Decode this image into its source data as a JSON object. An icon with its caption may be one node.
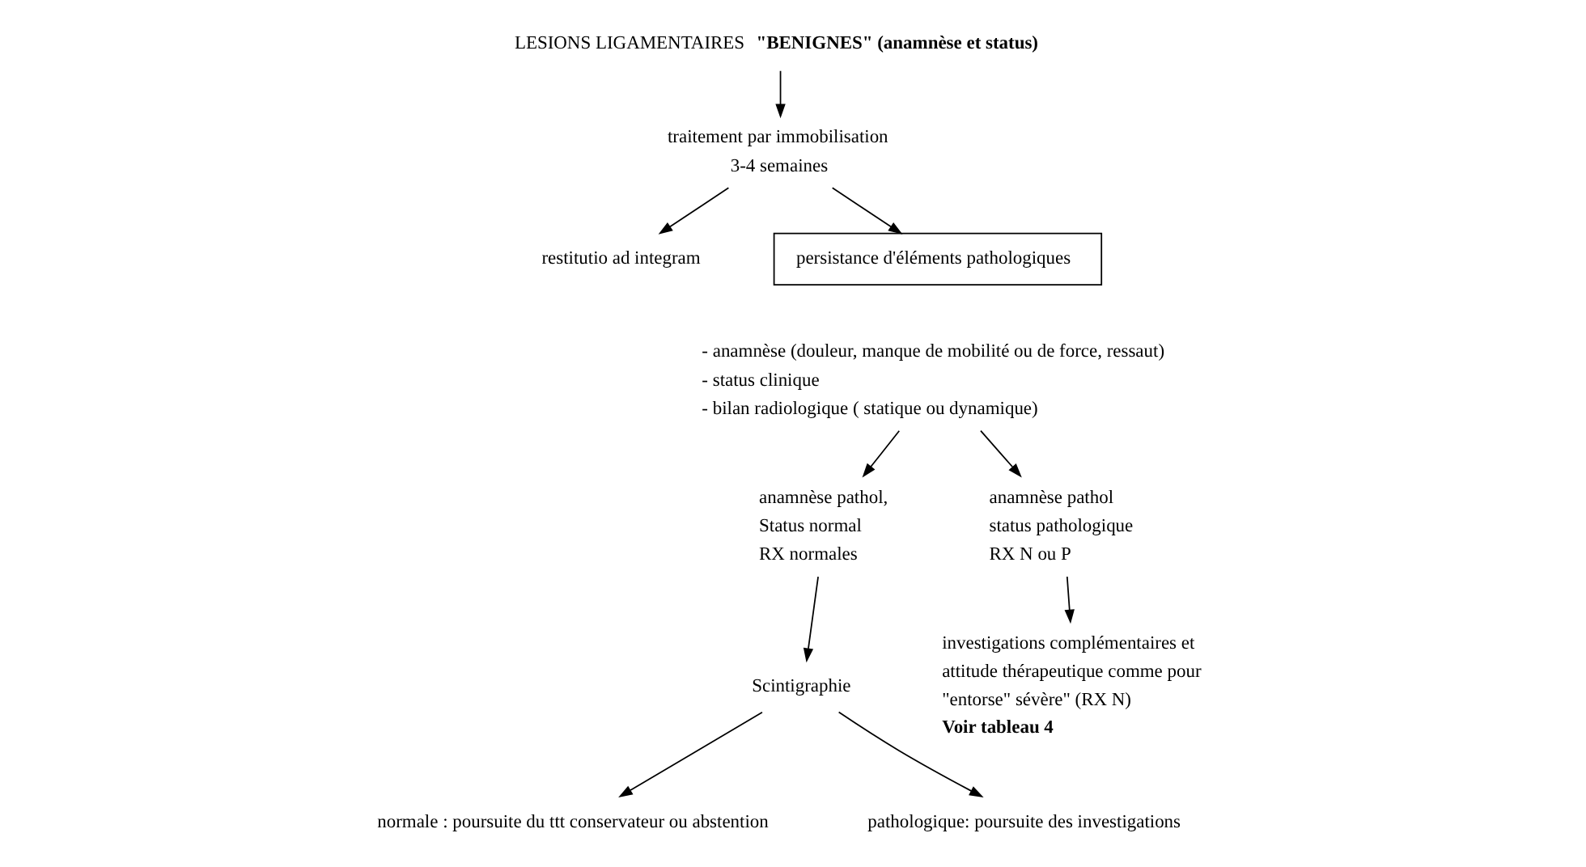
{
  "diagram": {
    "nodes": [
      {
        "text": [
          "LESIONS LIGAMENTAIRES **\"BENIGNES\" (anamnèse et status)**"
        ]
      },
      {
        "text": [
          "traitement par immobilisation 3-4 semaines"
        ]
      },
      {
        "text": [
          "restitutio ad integram"
        ]
      },
      {
        "text": [
          "persistance d'éléments pathologiques"
        ]
      },
      {
        "text": [
          "- anamnèse (douleur, manque de mobilité ou de force, ressaut)",
          "- status clinique",
          "- bilan radiologique ( statique ou dynamique)"
        ]
      },
      {
        "text": [
          "anamnèse pathol,",
          "Status normal",
          "RX normales"
        ]
      },
      {
        "text": [
          "anamnèse pathol",
          "status pathologique",
          "RX N ou P"
        ]
      },
      {
        "text": [
          "investigations complémentaires et attitude thérapeutique comme pour \"entorse\" sévère\" (RX N)",
          "Voir tableau 4"
        ]
      },
      {
        "text": [
          "Scintigraphie"
        ]
      },
      {
        "text": [
          "normale : poursuite du ttt conservateur ou abstention"
        ]
      },
      {
        "text": [
          "pathologique: poursuite des investigations"
        ]
      }
    ],
    "edges": [
      {
        "from": 0,
        "to": 1,
        "arrow": "to"
      },
      {
        "from": 1,
        "to": 2,
        "arrow": "to"
      },
      {
        "from": 1,
        "to": 3,
        "arrow": "to"
      },
      {
        "from": 4,
        "to": 5,
        "arrow": "to"
      },
      {
        "from": 4,
        "to": 6,
        "arrow": "to"
      },
      {
        "from": 6,
        "to": 7,
        "arrow": "to"
      },
      {
        "from": 5,
        "to": 8,
        "arrow": "to"
      },
      {
        "from": 8,
        "to": 9,
        "arrow": "to"
      },
      {
        "from": 8,
        "to": 10,
        "arrow": "to"
      }
    ]
  }
}
